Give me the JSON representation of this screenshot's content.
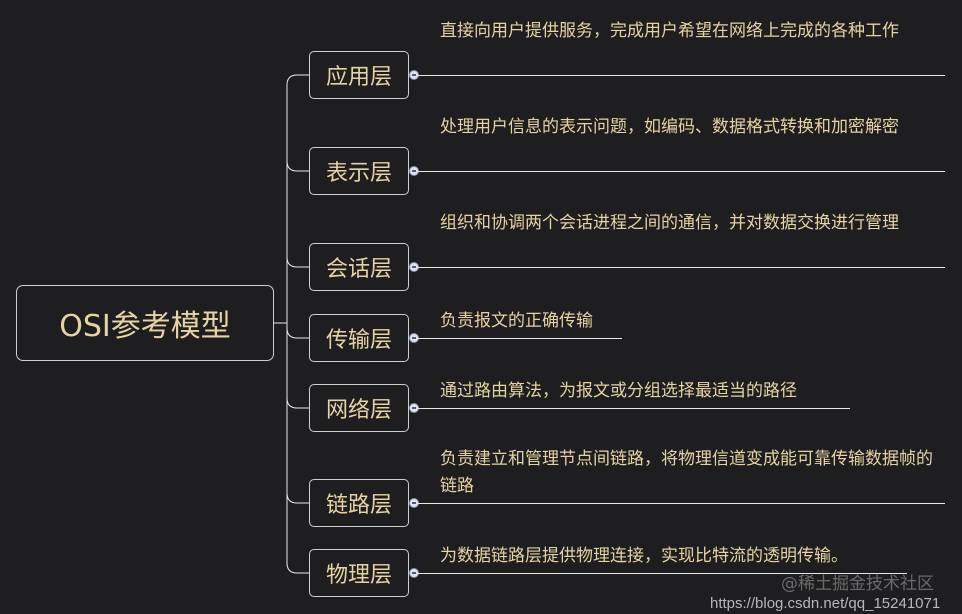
{
  "root": {
    "label": "OSI参考模型"
  },
  "layers": [
    {
      "label": "应用层",
      "desc": "直接向用户提供服务，完成用户希望在网络上完成的各种工作"
    },
    {
      "label": "表示层",
      "desc": "处理用户信息的表示问题，如编码、数据格式转换和加密解密"
    },
    {
      "label": "会话层",
      "desc": "组织和协调两个会话进程之间的通信，并对数据交换进行管理"
    },
    {
      "label": "传输层",
      "desc": "负责报文的正确传输"
    },
    {
      "label": "网络层",
      "desc": "通过路由算法，为报文或分组选择最适当的路径"
    },
    {
      "label": "链路层",
      "desc": "负责建立和管理节点间链路，将物理信道变成能可靠传输数据帧的链路"
    },
    {
      "label": "物理层",
      "desc": "为数据链路层提供物理连接，实现比特流的透明传输。"
    }
  ],
  "watermark": {
    "site": "@稀土掘金技术社区",
    "url": "https://blog.csdn.net/qq_15241071"
  },
  "colors": {
    "background": "#1e1e20",
    "text": "#e6d3a3",
    "line": "#e8e8e8"
  }
}
